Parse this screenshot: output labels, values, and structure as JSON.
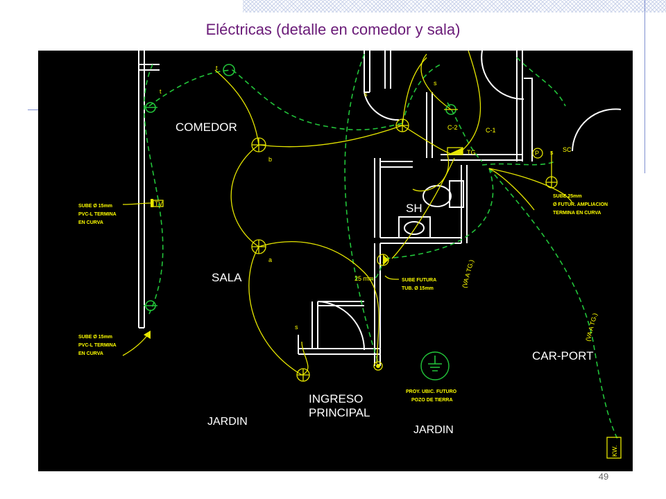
{
  "slide": {
    "title": "Eléctricas (detalle en comedor y sala)",
    "page_number": "49"
  },
  "rooms": {
    "comedor": "COMEDOR",
    "sala": "SALA",
    "sh": "SH",
    "car_port": "CAR-PORT",
    "ingreso_line1": "INGRESO",
    "ingreso_line2": "PRINCIPAL",
    "jardin_left": "JARDIN",
    "jardin_right": "JARDIN"
  },
  "notes": {
    "tv_note_1": "SUBE Ø 15mm",
    "tv_note_2": "PVC-L TERMINA",
    "tv_note_3": "EN CURVA",
    "low_note_1": "SUBE Ø 15mm",
    "low_note_2": "PVC-L TERMINA",
    "low_note_3": "EN CURVA",
    "right_note_1": "SUBE 25mm",
    "right_note_2": "Ø FUTUR. AMPLIACION",
    "right_note_3": "TERMINA EN CURVA",
    "future_note_1": "SUBE FUTURA",
    "future_note_2": "TUB. Ø 15mm",
    "ground_note_1": "PROY. UBIC. FUTURO",
    "ground_note_2": "POZO DE TIERRA"
  },
  "annotations": {
    "tv": "TV",
    "tg": "TG",
    "c2": "C-2",
    "c1": "C-1",
    "b": "b",
    "a": "a",
    "t1": "t",
    "t2": "t",
    "s1": "s",
    "s2": "s",
    "s3": "s",
    "s4": "s",
    "sc": "SC",
    "p": "P",
    "vaatg1": "(VA A TG.)",
    "vaatg2": "(VA A TG.)",
    "kwh": "KW.",
    "meter": "25 mm"
  },
  "colors": {
    "background": "#000000",
    "walls": "#ffffff",
    "circuits": "#e6e600",
    "conduits": "#22c43a",
    "title": "#6a1b78"
  }
}
